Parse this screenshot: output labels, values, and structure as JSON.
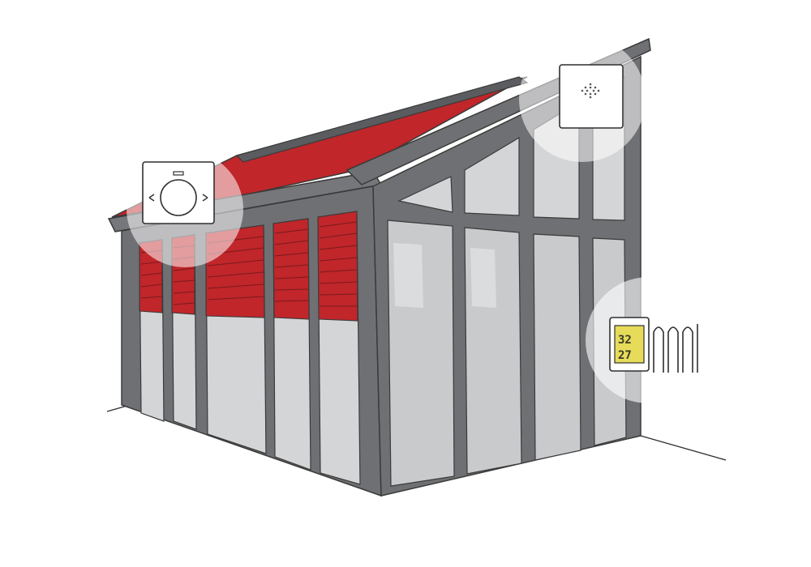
{
  "illustration": {
    "subject": "conservatory",
    "colors": {
      "frame": "#6f7073",
      "frame_dark": "#4d4e51",
      "glass": "#c9cacc",
      "glass_light": "#dcdddf",
      "awning_red": "#c0262a",
      "outline": "#3a3a3a",
      "lcd": "#e6dc5a",
      "highlight": "#efefef"
    }
  },
  "callouts": [
    {
      "id": "wall-switch",
      "icon": "rotary-control-icon"
    },
    {
      "id": "sensor-box",
      "icon": "sensor-device-icon"
    },
    {
      "id": "thermostat",
      "icon": "thermostat-display-icon",
      "readings": [
        "32",
        "27"
      ]
    }
  ]
}
